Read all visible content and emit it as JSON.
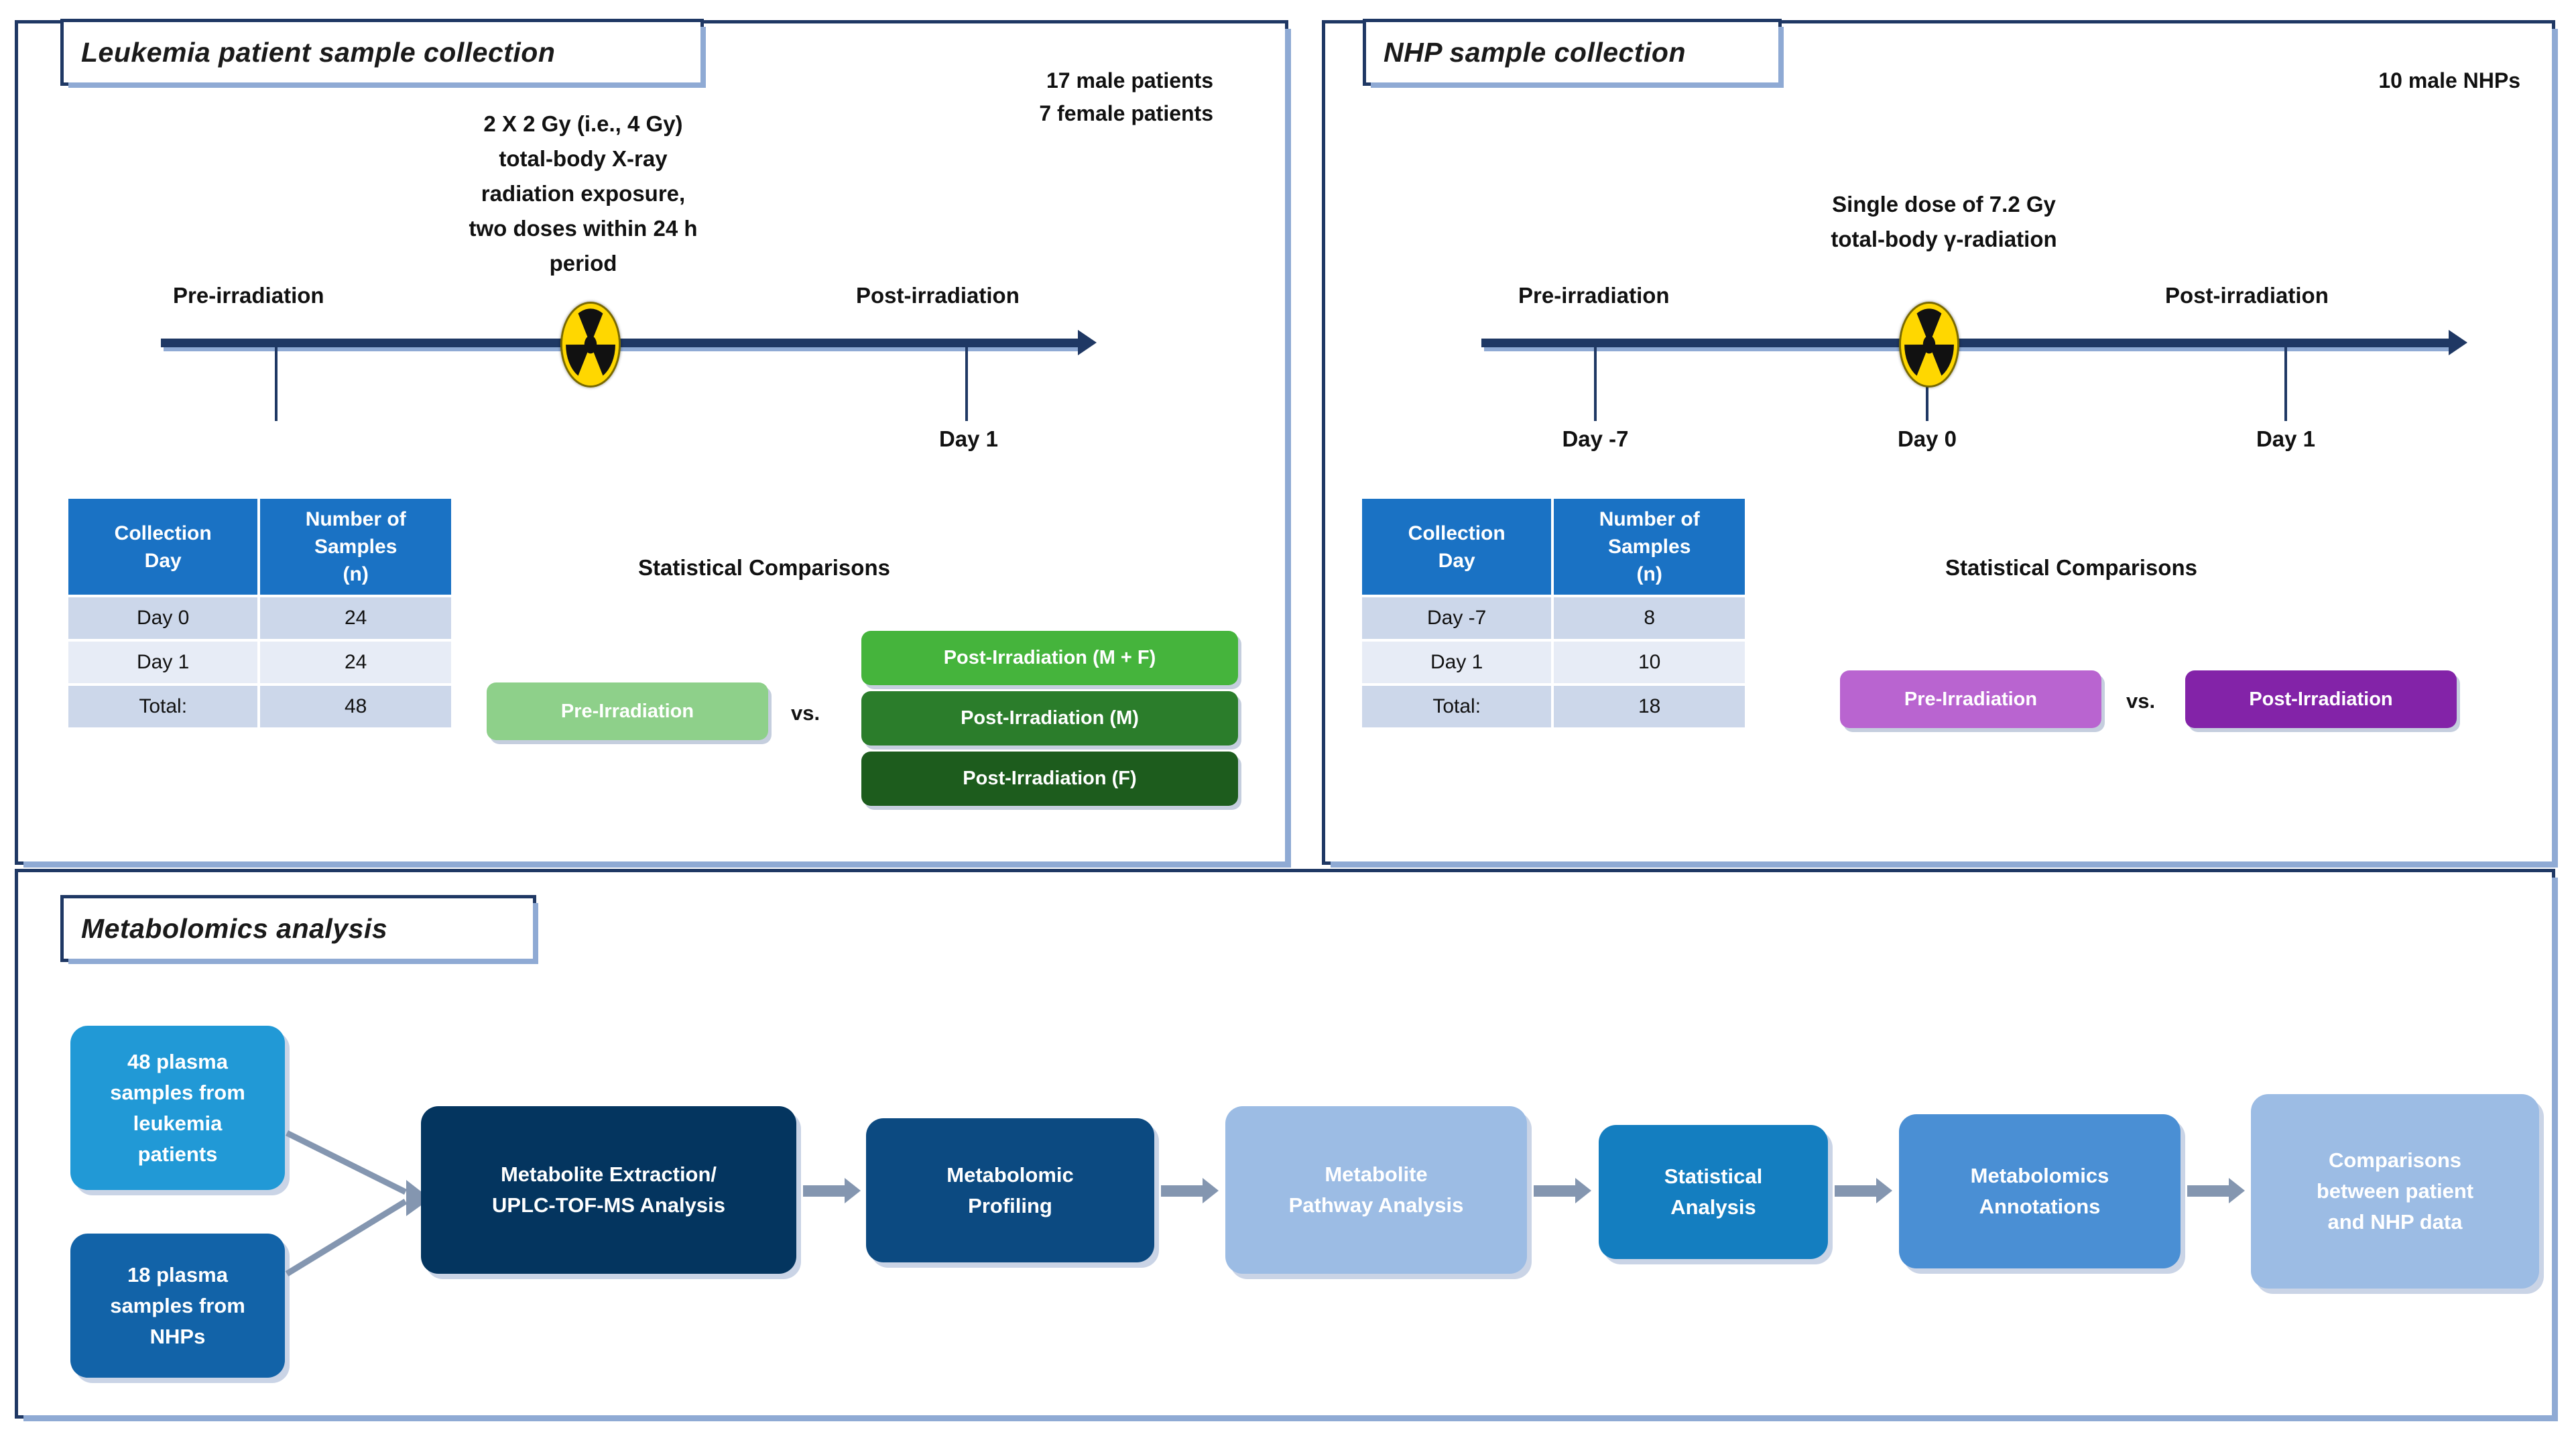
{
  "panels": {
    "leukemia": {
      "title": "Leukemia patient sample collection",
      "cohort_male": "17 male patients",
      "cohort_female": "7 female patients",
      "dose_line1": "2 X 2 Gy (i.e., 4 Gy)",
      "dose_line2": "total-body X-ray",
      "dose_line3": "radiation exposure,",
      "dose_line4": "two doses within 24 h",
      "dose_line5": "period",
      "pre_label": "Pre-irradiation",
      "post_label": "Post-irradiation",
      "tick_labels": [
        "Day 1"
      ],
      "radiation_icon": "radiation-hazard-icon",
      "table": {
        "headers": [
          "Collection\nDay",
          "Number of\nSamples\n(n)"
        ],
        "rows": [
          [
            "Day 0",
            "24"
          ],
          [
            "Day 1",
            "24"
          ],
          [
            "Total:",
            "48"
          ]
        ]
      },
      "comparisons": {
        "heading": "Statistical Comparisons",
        "left": "Pre-Irradiation",
        "vs": "vs.",
        "right": [
          "Post-Irradiation (M + F)",
          "Post-Irradiation (M)",
          "Post-Irradiation (F)"
        ],
        "left_color": "#8ed08a",
        "right_colors": [
          "#45b43c",
          "#2b7d2b",
          "#1d5c1d"
        ]
      }
    },
    "nhp": {
      "title": "NHP sample collection",
      "cohort": "10 male NHPs",
      "dose_line1": "Single dose of 7.2 Gy",
      "dose_line2": "total-body γ-radiation",
      "pre_label": "Pre-irradiation",
      "post_label": "Post-irradiation",
      "tick_labels": [
        "Day -7",
        "Day 0",
        "Day 1"
      ],
      "radiation_icon": "radiation-hazard-icon",
      "table": {
        "headers": [
          "Collection\nDay",
          "Number of\nSamples\n(n)"
        ],
        "rows": [
          [
            "Day -7",
            "8"
          ],
          [
            "Day 1",
            "10"
          ],
          [
            "Total:",
            "18"
          ]
        ]
      },
      "comparisons": {
        "heading": "Statistical Comparisons",
        "left": "Pre-Irradiation",
        "vs": "vs.",
        "right": [
          "Post-Irradiation"
        ],
        "left_color": "#b964d0",
        "right_colors": [
          "#8323a8"
        ]
      }
    },
    "metabolomics": {
      "title": "Metabolomics analysis",
      "inputs": [
        {
          "label": "48 plasma\nsamples from\nleukemia\npatients",
          "color": "#2199d6"
        },
        {
          "label": "18 plasma\nsamples from\nNHPs",
          "color": "#1263a8"
        }
      ],
      "steps": [
        {
          "label": "Metabolite Extraction/\nUPLC-TOF-MS Analysis",
          "color": "#04355f"
        },
        {
          "label": "Metabolomic\nProfiling",
          "color": "#0c4a81"
        },
        {
          "label": "Metabolite\nPathway Analysis",
          "color": "#9cbce4"
        },
        {
          "label": "Statistical\nAnalysis",
          "color": "#147ec0"
        },
        {
          "label": "Metabolomics\nAnnotations",
          "color": "#4a8fd4"
        },
        {
          "label": "Comparisons\nbetween patient\nand NHP data",
          "color": "#9cbce4"
        }
      ]
    }
  },
  "colors": {
    "frame_navy": "#1f3864",
    "frame_shadow": "#8faad4",
    "table_header": "#1a72c4",
    "arrow_gray": "#8496b0"
  }
}
